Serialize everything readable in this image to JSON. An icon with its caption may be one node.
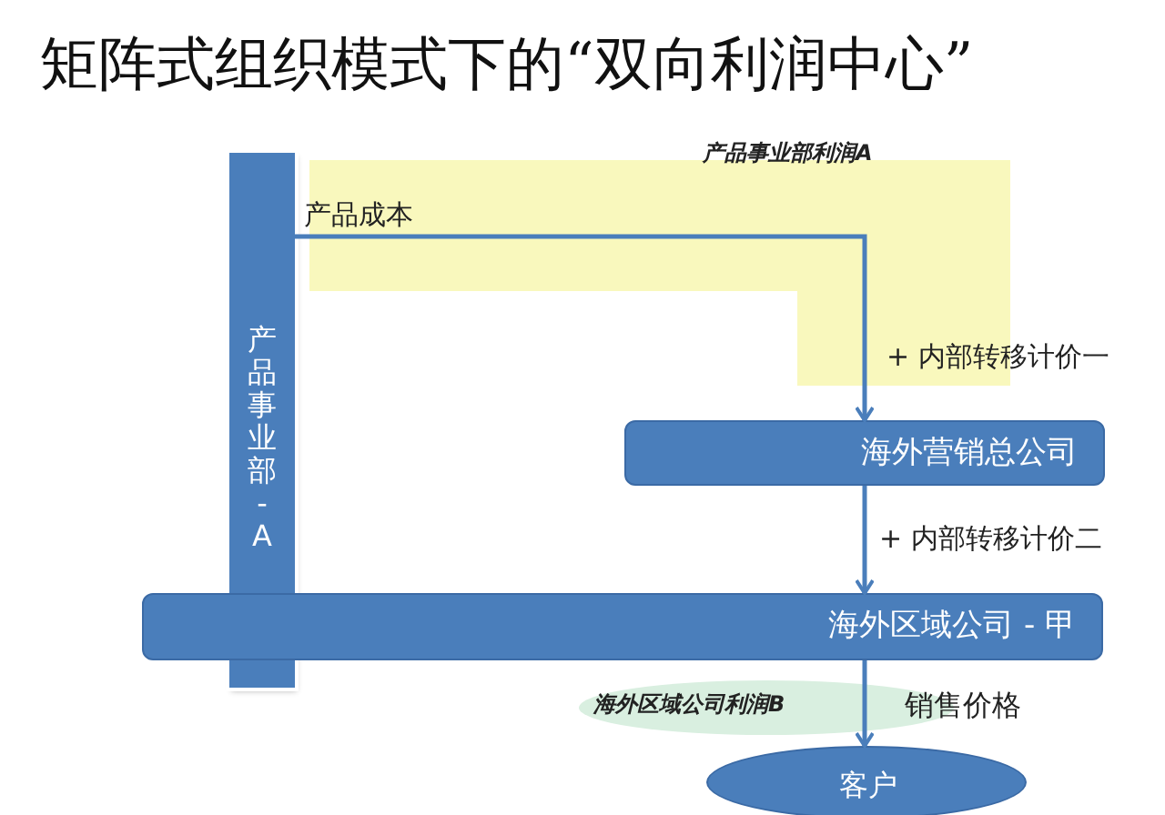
{
  "diagram": {
    "title": "矩阵式组织模式下的“双向利润中心”",
    "nodes": [
      {
        "text": [
          "产品事业部 - A"
        ]
      },
      {
        "text": [
          "海外营销总公司"
        ]
      },
      {
        "text": [
          "海外区域公司 - 甲"
        ]
      },
      {
        "text": [
          "客户"
        ]
      }
    ],
    "edges": [
      {
        "from": 0,
        "to": 1,
        "arrow": "to",
        "label": "产品成本"
      },
      {
        "from": 1,
        "to": 2,
        "arrow": "to",
        "label": "+ 内部转移计价二"
      },
      {
        "from": 2,
        "to": 3,
        "arrow": "to",
        "label": "销售价格"
      }
    ],
    "labels": [
      "产品事业部利润A",
      "+ 内部转移计价一",
      "海外区域公司利润B"
    ]
  }
}
